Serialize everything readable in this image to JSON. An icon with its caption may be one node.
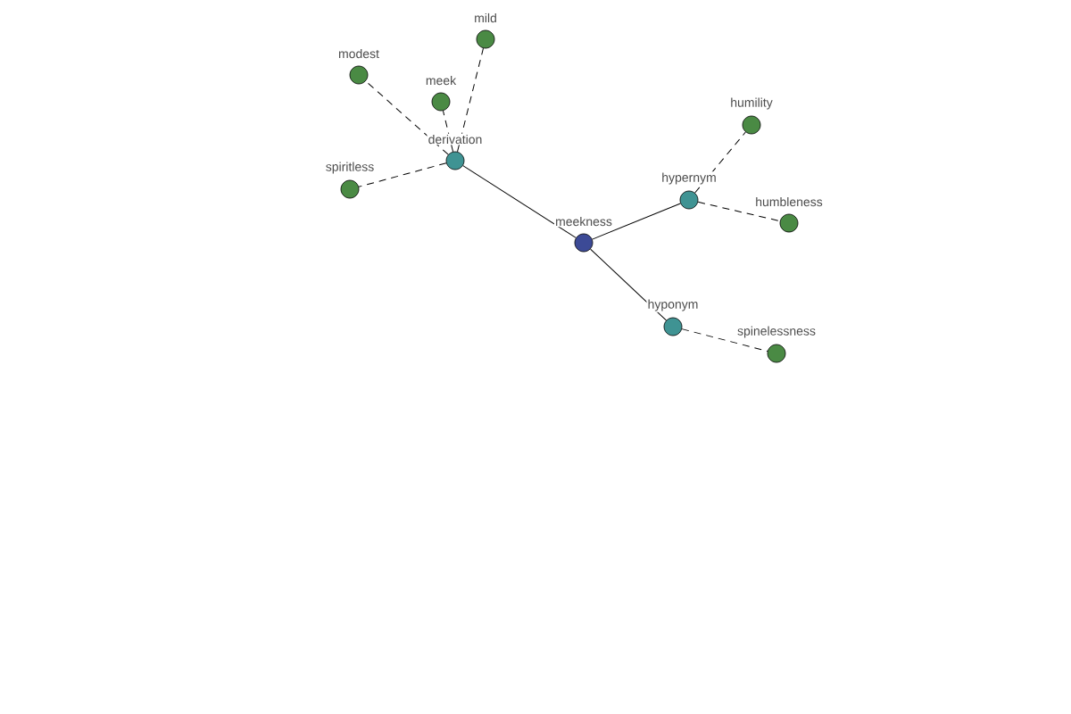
{
  "diagram": {
    "nodes": [
      {
        "text": [
          "meekness"
        ]
      },
      {
        "text": [
          "derivation"
        ]
      },
      {
        "text": [
          "hypernym"
        ]
      },
      {
        "text": [
          "hyponym"
        ]
      },
      {
        "text": [
          "modest"
        ]
      },
      {
        "text": [
          "meek"
        ]
      },
      {
        "text": [
          "mild"
        ]
      },
      {
        "text": [
          "spiritless"
        ]
      },
      {
        "text": [
          "humility"
        ]
      },
      {
        "text": [
          "humbleness"
        ]
      },
      {
        "text": [
          "spinelessness"
        ]
      }
    ],
    "edges": [
      {
        "from": 0,
        "to": 1,
        "arrow": "none"
      },
      {
        "from": 0,
        "to": 2,
        "arrow": "none"
      },
      {
        "from": 0,
        "to": 3,
        "arrow": "none"
      },
      {
        "from": 1,
        "to": 4,
        "arrow": "none",
        "style": "dashed"
      },
      {
        "from": 1,
        "to": 5,
        "arrow": "none",
        "style": "dashed"
      },
      {
        "from": 1,
        "to": 6,
        "arrow": "none",
        "style": "dashed"
      },
      {
        "from": 1,
        "to": 7,
        "arrow": "none",
        "style": "dashed"
      },
      {
        "from": 2,
        "to": 8,
        "arrow": "none",
        "style": "dashed"
      },
      {
        "from": 2,
        "to": 9,
        "arrow": "none",
        "style": "dashed"
      },
      {
        "from": 3,
        "to": 10,
        "arrow": "none",
        "style": "dashed"
      }
    ]
  }
}
